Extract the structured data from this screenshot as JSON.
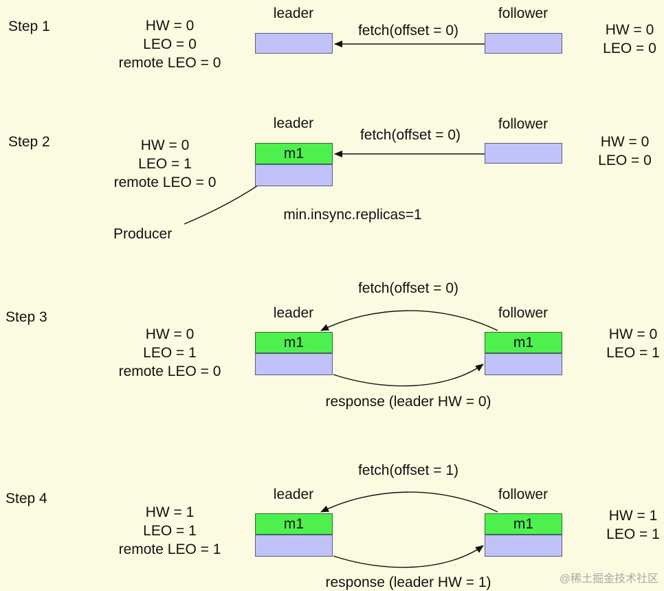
{
  "diagram": {
    "steps": [
      {
        "title": "Step 1",
        "leader_label": "leader",
        "follower_label": "follower",
        "leader_state": [
          "HW = 0",
          "LEO = 0",
          "remote LEO = 0"
        ],
        "follower_state": [
          "HW = 0",
          "LEO = 0"
        ],
        "fetch": "fetch(offset = 0)",
        "leader_msg": "",
        "follower_msg": ""
      },
      {
        "title": "Step 2",
        "leader_label": "leader",
        "follower_label": "follower",
        "leader_state": [
          "HW = 0",
          "LEO = 1",
          "remote LEO = 0"
        ],
        "follower_state": [
          "HW = 0",
          "LEO = 0"
        ],
        "fetch": "fetch(offset = 0)",
        "leader_msg": "m1",
        "follower_msg": "",
        "producer": "Producer",
        "config": "min.insync.replicas=1"
      },
      {
        "title": "Step  3",
        "leader_label": "leader",
        "follower_label": "follower",
        "leader_state": [
          "HW = 0",
          "LEO = 1",
          "remote LEO = 0"
        ],
        "follower_state": [
          "HW = 0",
          "LEO = 1"
        ],
        "fetch": "fetch(offset = 0)",
        "response": "response (leader HW = 0)",
        "leader_msg": "m1",
        "follower_msg": "m1"
      },
      {
        "title": "Step  4",
        "leader_label": "leader",
        "follower_label": "follower",
        "leader_state": [
          "HW = 1",
          "LEO = 1",
          "remote LEO = 1"
        ],
        "follower_state": [
          "HW = 1",
          "LEO = 1"
        ],
        "fetch": "fetch(offset = 1)",
        "response": "response (leader HW = 1)",
        "leader_msg": "m1",
        "follower_msg": "m1"
      }
    ],
    "colors": {
      "empty_log": "#c2c2fb",
      "message": "#4ef04e",
      "background": "#fbfbe1"
    },
    "watermark": "@稀土掘金技术社区"
  }
}
